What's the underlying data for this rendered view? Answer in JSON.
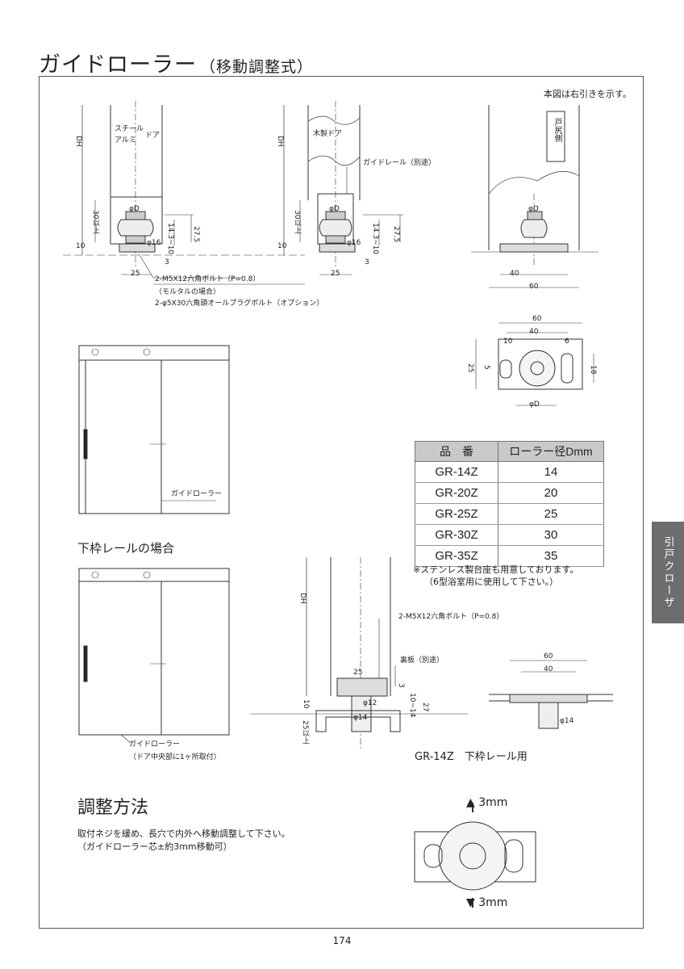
{
  "page": {
    "title": "ガイドローラー",
    "title_sub": "（移動調整式）",
    "page_number": "174",
    "side_tab": "引戸クローザ"
  },
  "labels": {
    "right_pull_note": "本図は右引きを示す。",
    "steel": "スチール",
    "aluminum": "アルミ",
    "door": "ドア",
    "wood_door": "木製ドア",
    "guide_rail_separate": "ガイドレール（別途）",
    "door_jamb_side": "戸尻側",
    "dh": "DH",
    "phi_d": "φD",
    "phi16": "φ16",
    "phi12": "φ12",
    "phi14": "φ14",
    "d30": "30以上",
    "d25up": "25以上",
    "d14_3_10": "14.3~10",
    "d27_5": "27.5",
    "d27": "27",
    "d10_14": "10~14",
    "d10": "10",
    "d3": "3",
    "d25": "25",
    "d40": "40",
    "d60": "60",
    "d6": "6",
    "d5": "5",
    "d18": "18",
    "bolt1": "2-M5X12六角ボルト（P=0.8）",
    "mortar": "（モルタルの場合）",
    "plug_bolt": "2-φ5X30六角頭オールプラグボルト（オプション）",
    "guide_roller": "ガイドローラー",
    "center_note": "（ドア中央部に1ヶ所取付）",
    "bottom_rail_heading": "下枠レールの場合",
    "back_plate": "裏板（別途）",
    "gr14z_caption": "GR-14Z　下枠レール用",
    "stainless_note1": "※ステンレス製台座も用意しております。",
    "stainless_note2": "（6型浴室用に使用して下さい。）",
    "adjust_heading": "調整方法",
    "adjust_text1": "取付ネジを緩め、長穴で内外へ移動調整して下さい。",
    "adjust_text2": "（ガイドローラー芯±約3mm移動可）",
    "up3": "3mm",
    "down3": "3mm"
  },
  "table": {
    "headers": [
      "品　番",
      "ローラー径Dmm"
    ],
    "rows": [
      [
        "GR-14Z",
        "14"
      ],
      [
        "GR-20Z",
        "20"
      ],
      [
        "GR-25Z",
        "25"
      ],
      [
        "GR-30Z",
        "30"
      ],
      [
        "GR-35Z",
        "35"
      ]
    ]
  }
}
